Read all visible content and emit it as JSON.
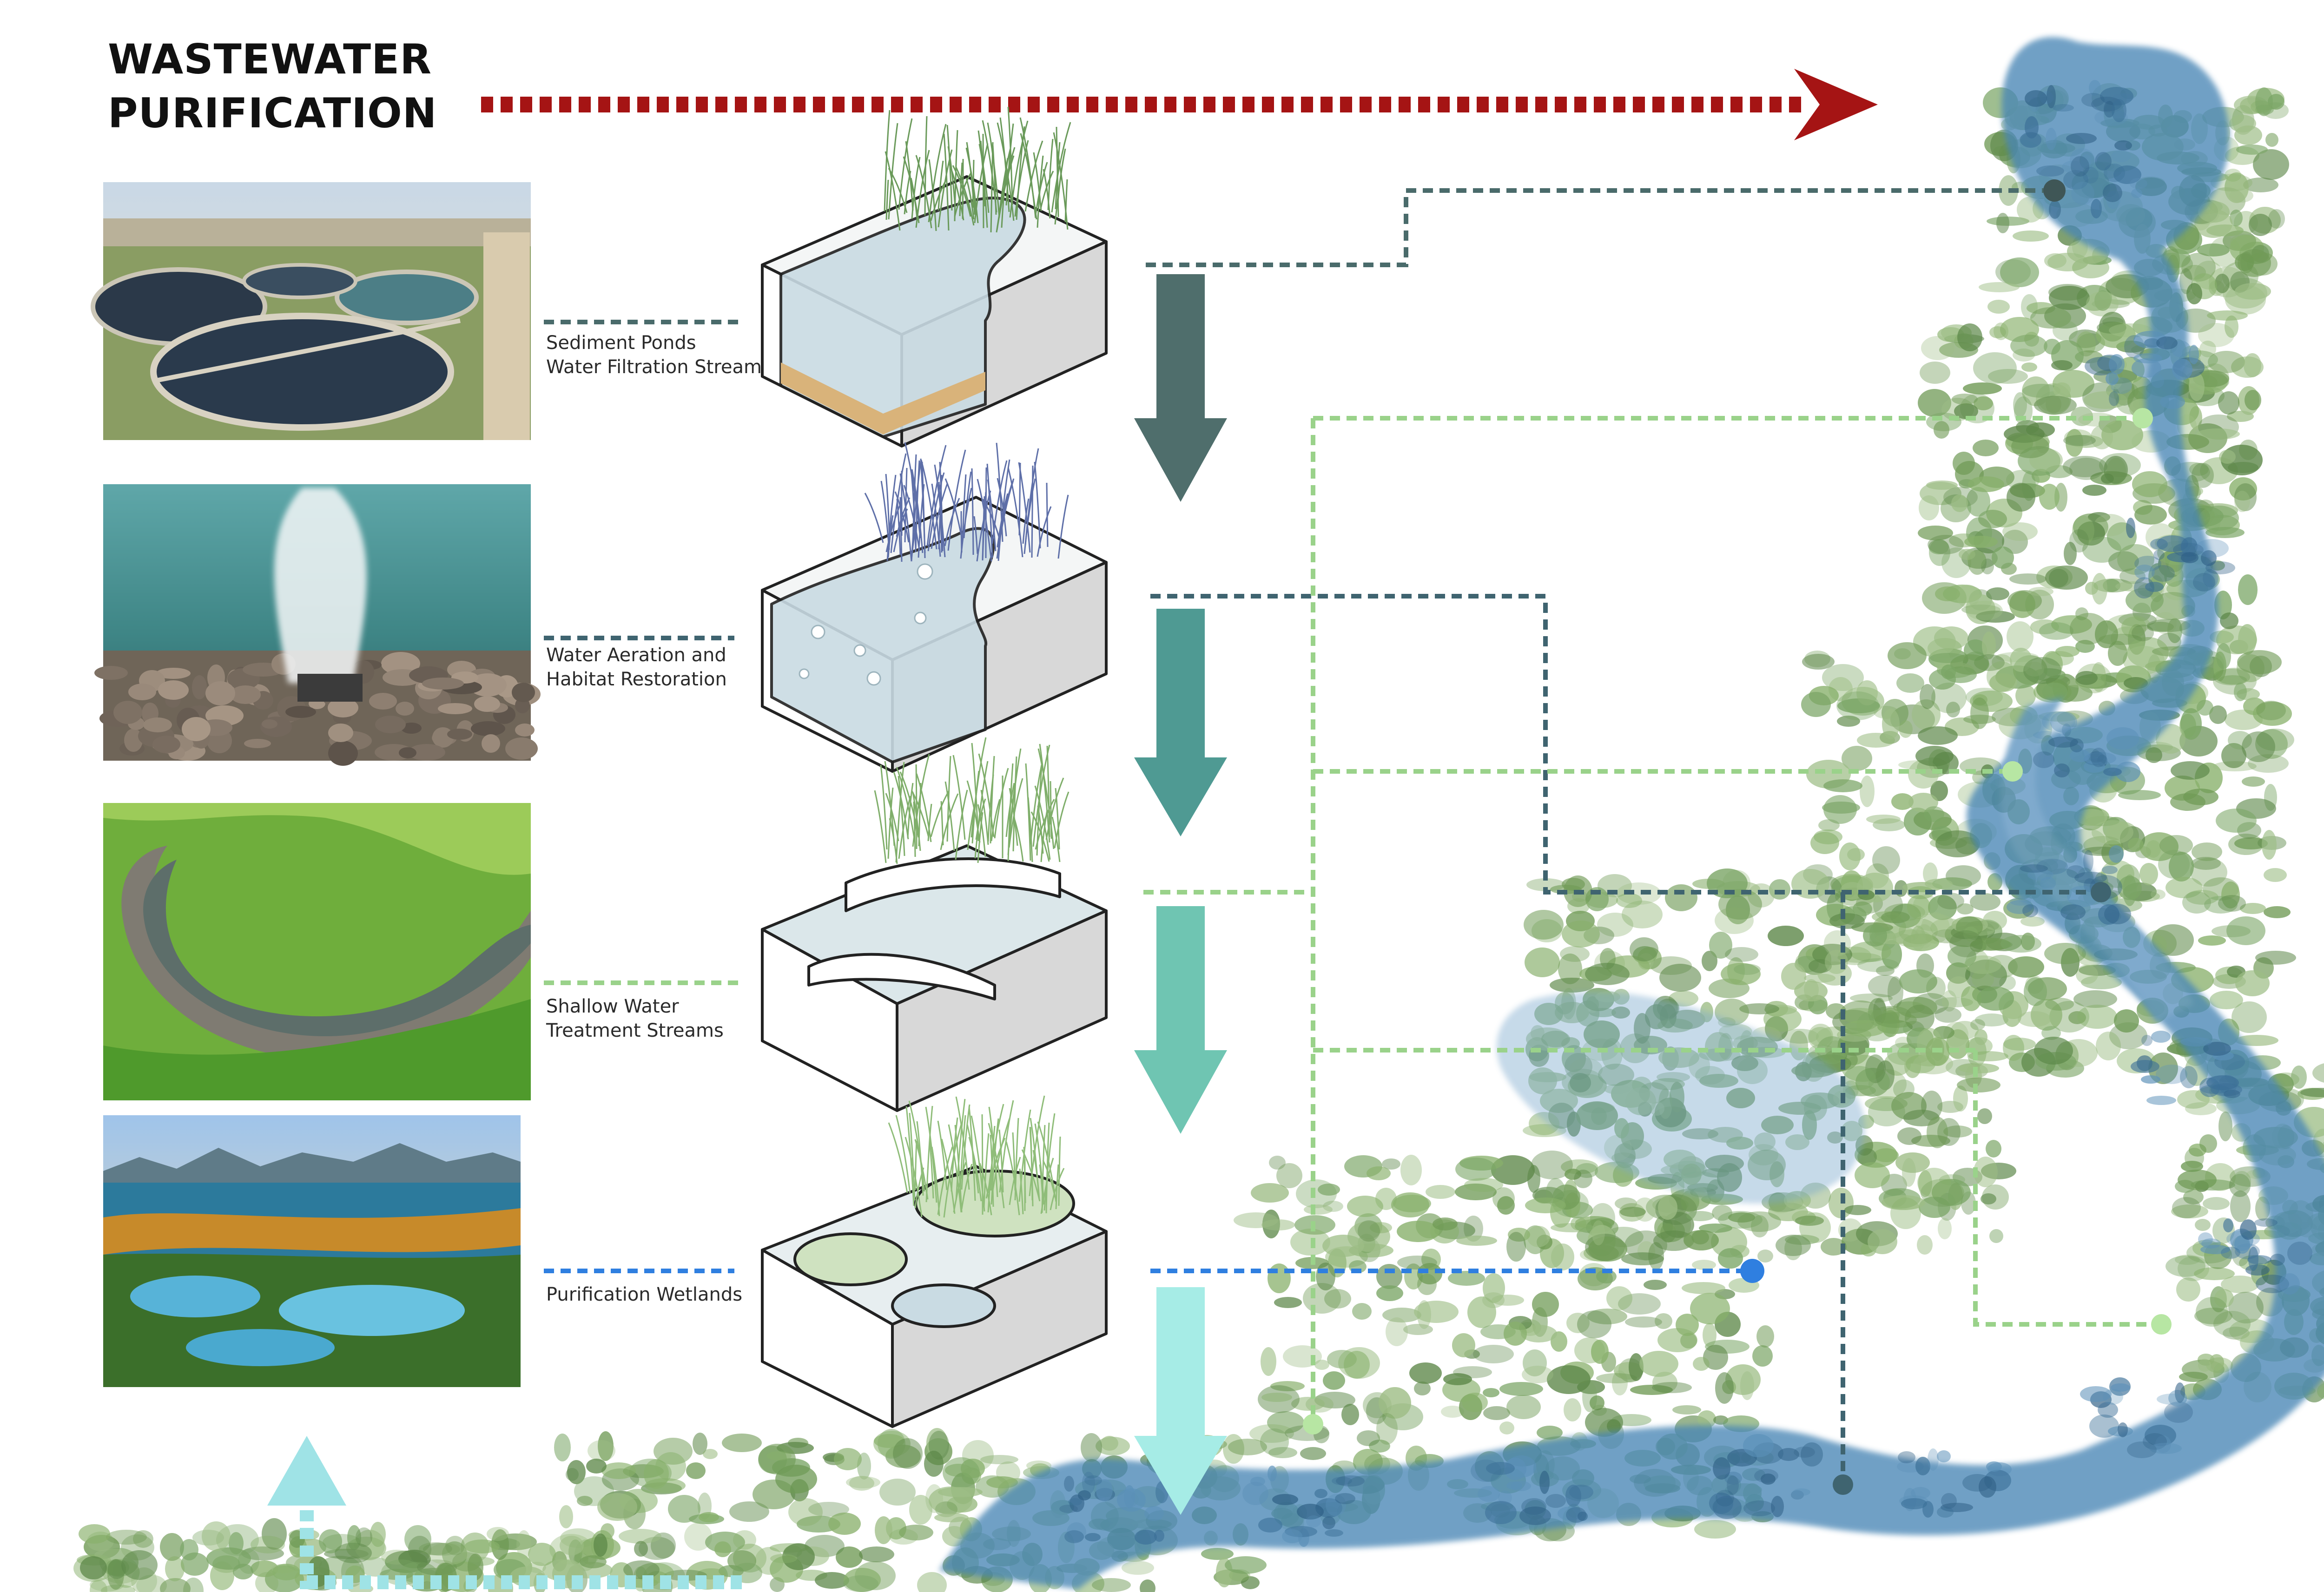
{
  "title": {
    "line1": "WASTEWATER",
    "line2": "PURIFICATION"
  },
  "stages": [
    {
      "line1": "Sediment Ponds",
      "line2": "Water Filtration Stream",
      "color": "#4a6b6b"
    },
    {
      "line1": "Water Aeration and",
      "line2": "Habitat Restoration",
      "color": "#3f6470"
    },
    {
      "line1": "Shallow Water",
      "line2": "Treatment Streams",
      "color": "#9ad28a"
    },
    {
      "line1": "Purification Wetlands",
      "line2": "",
      "color": "#2f7fe0"
    }
  ],
  "colors": {
    "flow_arrow": "#a51414",
    "arrow_1": "#4f6e6c",
    "arrow_2": "#4f9a93",
    "arrow_3": "#6fc5b2",
    "arrow_4": "#a6ece6",
    "river": "#4a86b5",
    "vegetation": "#6f9a55",
    "return_arrow": "#9fe3e6"
  }
}
